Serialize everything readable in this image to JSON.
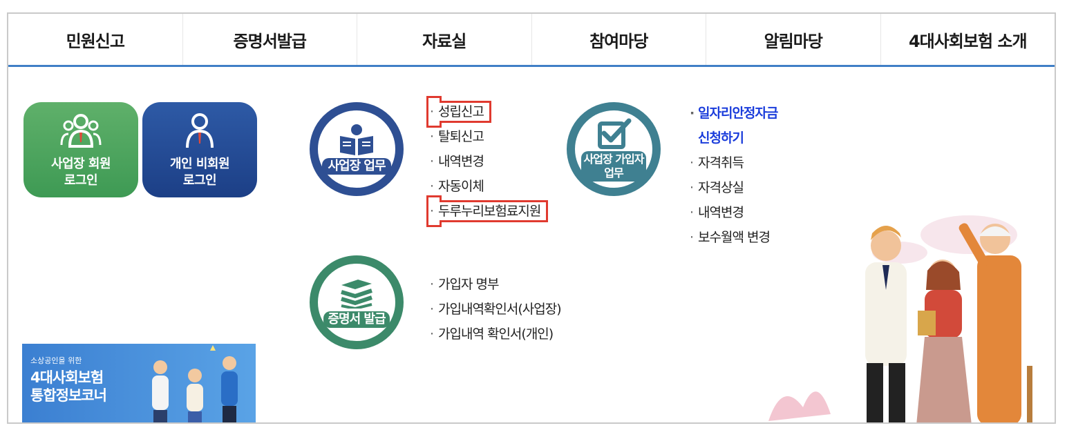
{
  "nav": [
    "민원신고",
    "증명서발급",
    "자료실",
    "참여마당",
    "알림마당",
    "4대사회보험 소개"
  ],
  "login": {
    "business": {
      "label": "사업장 회원\n로그인",
      "color": "#4aa65c",
      "icon": "business-members-icon"
    },
    "personal": {
      "label": "개인 비회원\n로그인",
      "color": "#24488f",
      "icon": "person-icon"
    }
  },
  "sections": {
    "business_work": {
      "circle_label": "사업장 업무",
      "icon": "book-reader-icon",
      "items": [
        "성립신고",
        "탈퇴신고",
        "내역변경",
        "자동이체",
        "두루누리보험료지원"
      ],
      "highlighted": [
        "성립신고",
        "두루누리보험료지원"
      ]
    },
    "member_work": {
      "circle_label": "사업장 가입자\n업무",
      "icon": "checkbox-icon",
      "items": [
        "일자리안정자금",
        "신청하기",
        "자격취득",
        "자격상실",
        "내역변경",
        "보수월액 변경"
      ]
    },
    "certificate": {
      "circle_label": "증명서 발급",
      "icon": "stacked-books-icon",
      "items": [
        "가입자 명부",
        "가입내역확인서(사업장)",
        "가입내역 확인서(개인)"
      ]
    }
  },
  "banner": {
    "small": "소상공인을 위한",
    "title": "4대사회보험\n통합정보코너"
  },
  "colors": {
    "nav_line": "#3f7fc6",
    "highlight_box": "#e03a2f",
    "link_blue": "#1a3cdb"
  }
}
